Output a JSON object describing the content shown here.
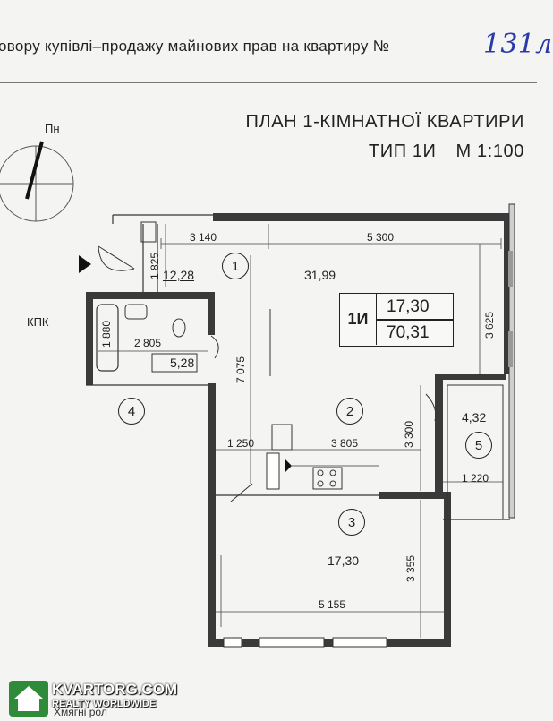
{
  "header": {
    "contract_text": "овору купівлі–продажу майнових прав на квартиру №",
    "contract_number_handwritten": "131л"
  },
  "title": {
    "line1": "ПЛАН 1-КІМНАТНОЇ КВАРТИРИ",
    "type": "ТИП 1И",
    "scale": "М 1:100"
  },
  "compass": {
    "label": "Пн"
  },
  "dimensions": {
    "d3140": "3 140",
    "d5300": "5 300",
    "d1825": "1 825",
    "d3625": "3 625",
    "d2805": "2 805",
    "d1880": "1 880",
    "d7075": "7 075",
    "d1250": "1 250",
    "d3805": "3 805",
    "d3300": "3 300",
    "d1220": "1 220",
    "d3355": "3 355",
    "d5155": "5 155"
  },
  "rooms": {
    "r1": {
      "number": "1",
      "area": "12,28"
    },
    "r2": {
      "number": "2",
      "area": "31,99"
    },
    "r3": {
      "number": "3",
      "area": "17,30"
    },
    "r4": {
      "number": "4",
      "area": "5,28"
    },
    "r5": {
      "number": "5",
      "area": "4,32"
    }
  },
  "summary": {
    "type": "1И",
    "living_area": "17,30",
    "total_area": "70,31"
  },
  "labels": {
    "kpk": "КПК"
  },
  "watermark": {
    "brand": "KVARTORG.COM",
    "tagline": "REALTY WORLDWIDE",
    "icon": "house-icon"
  },
  "footer": {
    "cut_text": "Хмягні рол"
  }
}
